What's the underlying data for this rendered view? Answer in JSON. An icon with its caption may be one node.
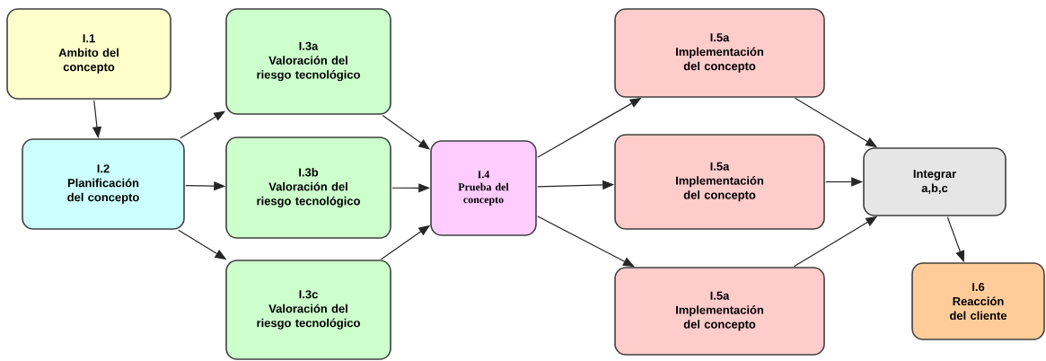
{
  "diagram": {
    "nodes": [
      {
        "text": [
          "I.1",
          "Ambito del concepto"
        ]
      },
      {
        "text": [
          "I.2",
          "Planificación del concepto"
        ]
      },
      {
        "text": [
          "I.3a",
          "Valoración del riesgo tecnológico"
        ]
      },
      {
        "text": [
          "I.3b",
          "Valoración del riesgo tecnológico"
        ]
      },
      {
        "text": [
          "I.3c",
          "Valoración del riesgo tecnológico"
        ]
      },
      {
        "text": [
          "I.4",
          "Prueba del concepto"
        ]
      },
      {
        "text": [
          "I.5a",
          "Implementación del concepto"
        ]
      },
      {
        "text": [
          "I.5a",
          "Implementación del concepto"
        ]
      },
      {
        "text": [
          "I.5a",
          "Implementación del concepto"
        ]
      },
      {
        "text": [
          "Integrar a,b,c"
        ]
      },
      {
        "text": [
          "I.6",
          "Reacción del cliente"
        ]
      }
    ],
    "edges": [
      {
        "from": 0,
        "to": 1,
        "arrow": "to"
      },
      {
        "from": 1,
        "to": 2,
        "arrow": "to"
      },
      {
        "from": 1,
        "to": 3,
        "arrow": "to"
      },
      {
        "from": 1,
        "to": 4,
        "arrow": "to"
      },
      {
        "from": 2,
        "to": 5,
        "arrow": "to"
      },
      {
        "from": 3,
        "to": 5,
        "arrow": "to"
      },
      {
        "from": 4,
        "to": 5,
        "arrow": "to"
      },
      {
        "from": 5,
        "to": 6,
        "arrow": "to"
      },
      {
        "from": 5,
        "to": 7,
        "arrow": "to"
      },
      {
        "from": 5,
        "to": 8,
        "arrow": "to"
      },
      {
        "from": 6,
        "to": 9,
        "arrow": "to"
      },
      {
        "from": 7,
        "to": 9,
        "arrow": "to"
      },
      {
        "from": 8,
        "to": 9,
        "arrow": "to"
      },
      {
        "from": 9,
        "to": 10,
        "arrow": "to"
      }
    ]
  }
}
